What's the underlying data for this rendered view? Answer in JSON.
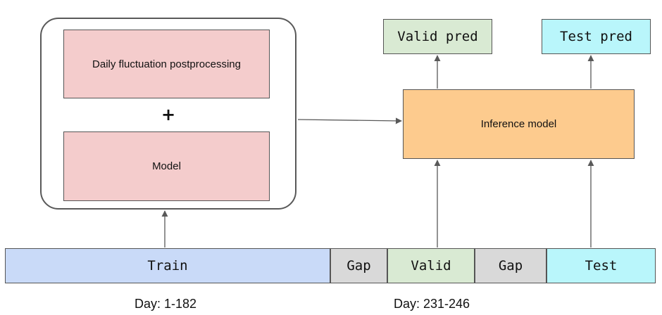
{
  "colors": {
    "pink": "#f4cccc",
    "orange": "#fdcb8e",
    "green": "#d9ead3",
    "cyan": "#b9f6fb",
    "blue": "#c9daf8",
    "gray": "#d9d9d9",
    "line": "#595959"
  },
  "model_group": {
    "postprocessing_label": "Daily fluctuation postprocessing",
    "plus_label": "+",
    "model_label": "Model"
  },
  "inference": {
    "label": "Inference model"
  },
  "outputs": {
    "valid_pred": "Valid pred",
    "test_pred": "Test pred"
  },
  "timeline": {
    "segments": [
      "Train",
      "Gap",
      "Valid",
      "Gap",
      "Test"
    ]
  },
  "day_labels": {
    "train_days": "Day: 1-182",
    "valid_days": "Day: 231-246"
  }
}
